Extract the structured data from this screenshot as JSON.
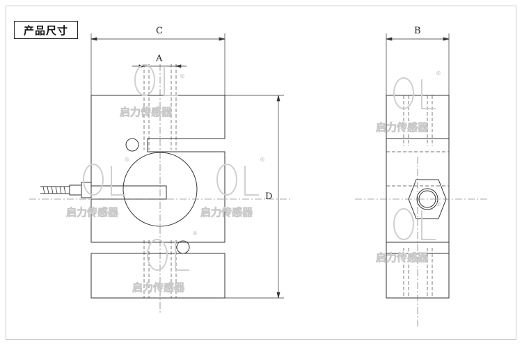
{
  "title": "产品尺寸",
  "dimensions": {
    "a_label": "A",
    "b_label": "B",
    "c_label": "C",
    "d_label": "D"
  },
  "watermark": {
    "text": "启力传感器",
    "registered_mark": "®",
    "logo_letters": "QL"
  },
  "colors": {
    "line": "#333333",
    "watermark": "#c9c9c9"
  }
}
